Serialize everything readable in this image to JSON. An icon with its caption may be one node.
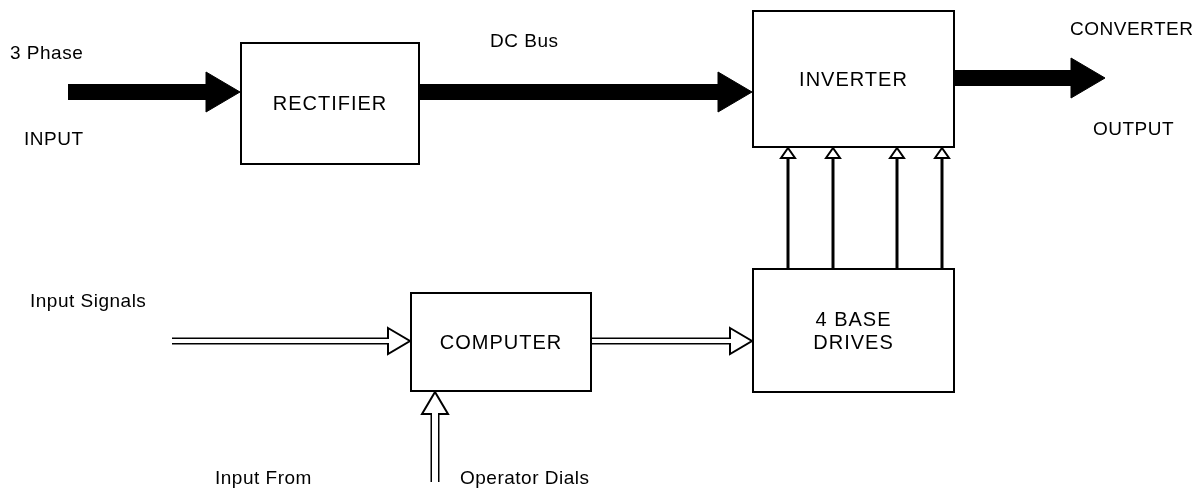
{
  "diagram": {
    "nodes": [
      {
        "text": [
          "RECTIFIER"
        ]
      },
      {
        "text": [
          "INVERTER"
        ]
      },
      {
        "text": [
          "COMPUTER"
        ]
      },
      {
        "text": [
          "4 BASE DRIVES"
        ]
      }
    ],
    "edges": [
      {
        "from": null,
        "to": 0,
        "arrow": "to",
        "style": "thick"
      },
      {
        "from": 0,
        "to": 1,
        "arrow": "to",
        "style": "thick",
        "label": "DC Bus"
      },
      {
        "from": 1,
        "to": null,
        "arrow": "to",
        "style": "thick"
      },
      {
        "from": null,
        "to": 2,
        "arrow": "to"
      },
      {
        "from": 2,
        "to": 3,
        "arrow": "to"
      },
      {
        "from": null,
        "to": 2,
        "arrow": "to"
      },
      {
        "from": 3,
        "to": 1,
        "arrow": "to"
      },
      {
        "from": 3,
        "to": 1,
        "arrow": "to"
      },
      {
        "from": 3,
        "to": 1,
        "arrow": "to"
      },
      {
        "from": 3,
        "to": 1,
        "arrow": "to"
      }
    ],
    "labels": [
      "3 Phase",
      "CONVERTER",
      "INPUT",
      "OUTPUT",
      "Input Signals",
      "Input From",
      "Operator Dials"
    ]
  }
}
